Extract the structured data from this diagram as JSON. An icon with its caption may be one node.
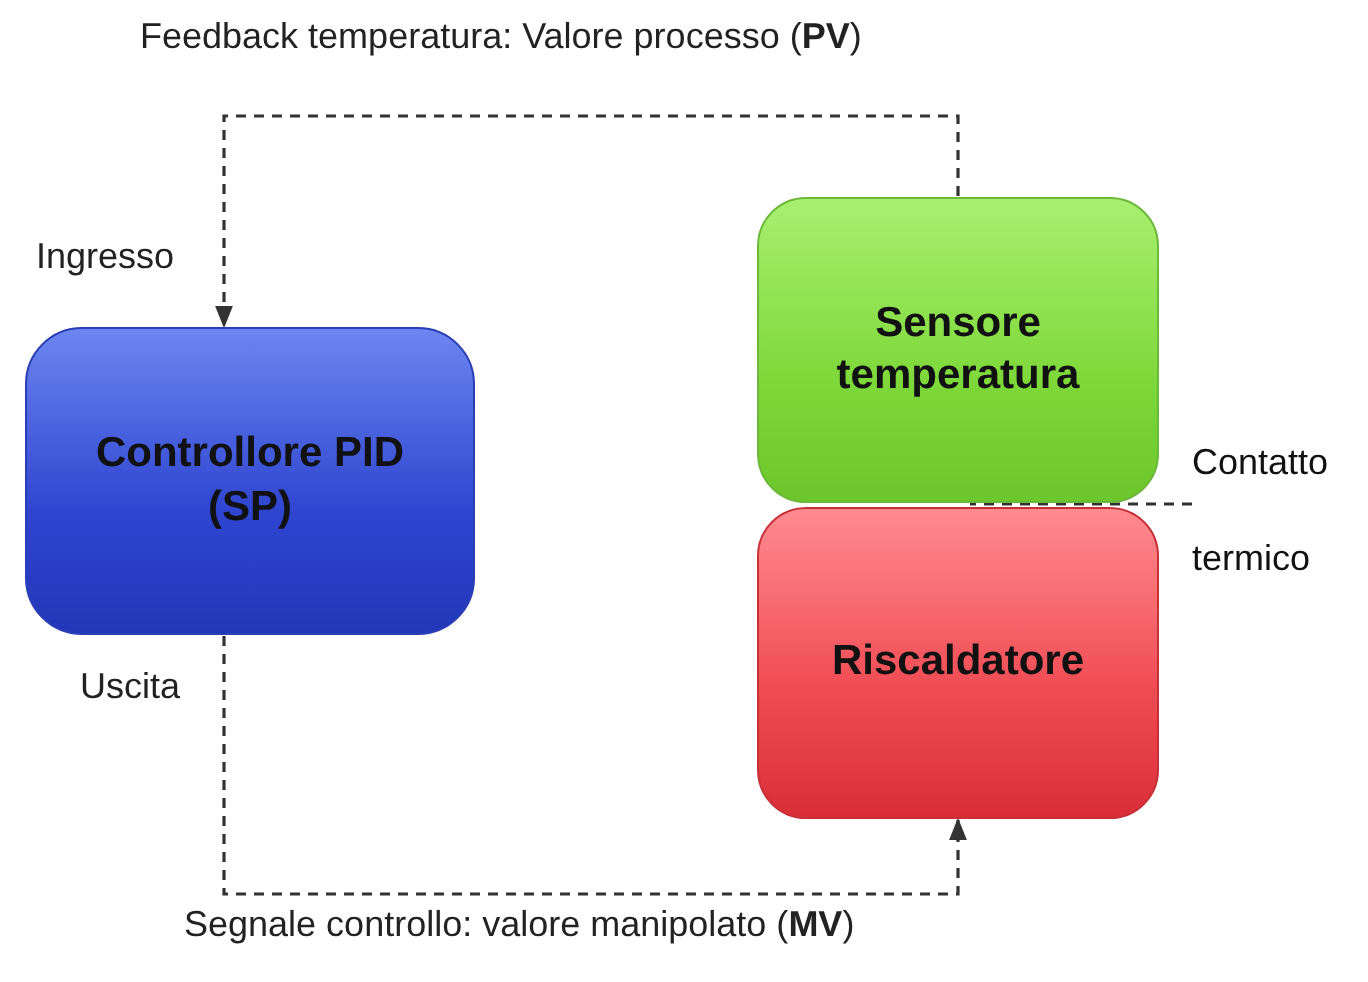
{
  "diagram": {
    "nodes": [
      {
        "text": [
          "Controllore PID (SP)"
        ]
      },
      {
        "text": [
          "Sensore temperatura"
        ]
      },
      {
        "text": [
          "Riscaldatore"
        ]
      },
      {
        "text": [
          "Contatto termico"
        ]
      }
    ],
    "edges": [
      {
        "from": 1,
        "to": 0,
        "arrow": "to",
        "style": "dashed",
        "label": "Feedback temperatura: Valore processo (**PV**)"
      },
      {
        "from": 0,
        "to": 2,
        "arrow": "to",
        "style": "dashed",
        "label": "Segnale controllo: valore manipolato (**MV**)"
      },
      {
        "from": 3,
        "to": 1,
        "arrow": "none",
        "style": "dashed"
      }
    ],
    "labels": [
      "Ingresso",
      "Uscita"
    ]
  }
}
